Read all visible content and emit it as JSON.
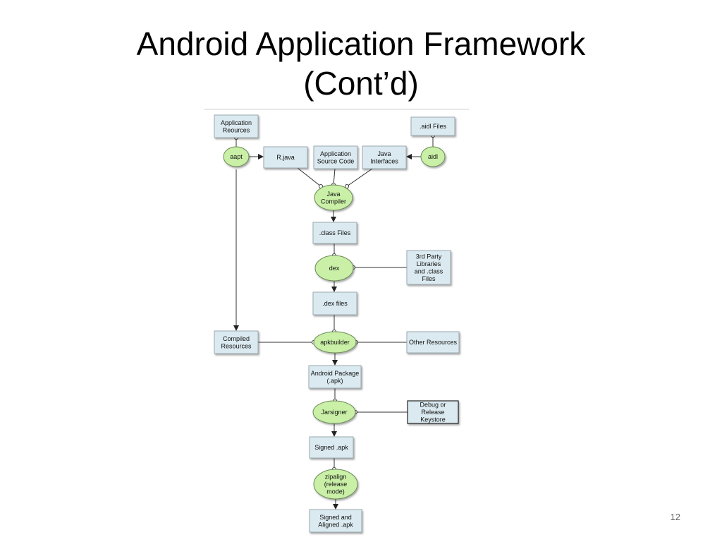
{
  "slide": {
    "title_line1": "Android Application Framework",
    "title_line2": "(Cont’d)",
    "page_number": "12"
  },
  "colors": {
    "box_fill": "#dbeaf0",
    "box_stroke": "#9aa9b0",
    "oval_fill": "#c9f0a6",
    "oval_stroke": "#6a8a57",
    "line": "#333333"
  },
  "diagram": {
    "boxes": {
      "app_resources": [
        "Application",
        "Reources"
      ],
      "aidl_files": [
        ".aidl Files"
      ],
      "r_java": [
        "R.java"
      ],
      "app_source": [
        "Application",
        "Source Code"
      ],
      "java_interfaces": [
        "Java",
        "Interfaces"
      ],
      "class_files": [
        ".class Files"
      ],
      "third_party": [
        "3rd Party",
        "Libraries",
        "and .class",
        "Files"
      ],
      "dex_files": [
        ".dex files"
      ],
      "compiled_resources": [
        "Compiled",
        "Resources"
      ],
      "other_resources": [
        "Other Resources"
      ],
      "android_package": [
        "Android Package",
        "(.apk)"
      ],
      "keystore": [
        "Debug or",
        "Release",
        "Keystore"
      ],
      "signed_apk": [
        "Signed .apk"
      ],
      "signed_aligned": [
        "Signed and",
        "Aligned .apk"
      ]
    },
    "tools": {
      "aapt": [
        "aapt"
      ],
      "aidl": [
        "aidl"
      ],
      "java_compiler": [
        "Java",
        "Compiler"
      ],
      "dex": [
        "dex"
      ],
      "apkbuilder": [
        "apkbuilder"
      ],
      "jarsigner": [
        "Jarsigner"
      ],
      "zipalign": [
        "zipalign",
        "(release",
        "mode)"
      ]
    }
  }
}
